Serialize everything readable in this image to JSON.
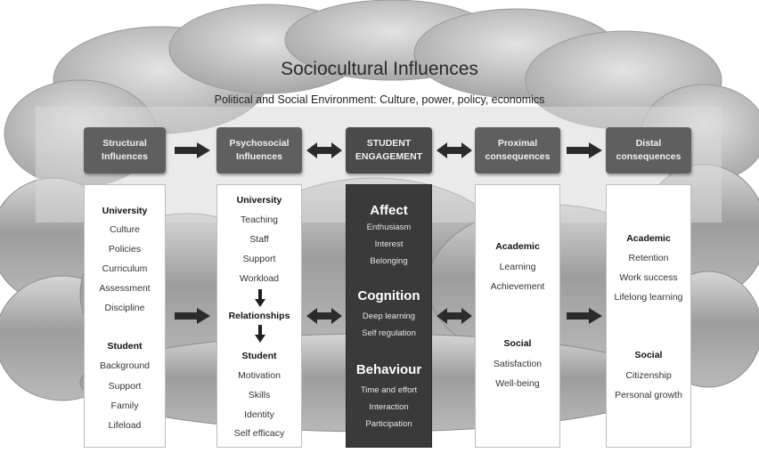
{
  "title": "Sociocultural Influences",
  "subtitle": "Political and Social Environment: Culture, power, policy, economics",
  "headers": [
    {
      "label": "Structural\nInfluences"
    },
    {
      "label": "Psychosocial\nInfluences"
    },
    {
      "label": "STUDENT\nENGAGEMENT"
    },
    {
      "label": "Proximal\nconsequences"
    },
    {
      "label": "Distal\nconsequences"
    }
  ],
  "columns": [
    {
      "items": [
        {
          "text": "University",
          "heading": true
        },
        {
          "text": "Culture"
        },
        {
          "text": "Policies"
        },
        {
          "text": "Curriculum"
        },
        {
          "text": "Assessment"
        },
        {
          "text": "Discipline"
        },
        {
          "text": "Student",
          "heading": true
        },
        {
          "text": "Background"
        },
        {
          "text": "Support"
        },
        {
          "text": "Family"
        },
        {
          "text": "Lifeload"
        }
      ]
    },
    {
      "items": [
        {
          "text": "University",
          "heading": true
        },
        {
          "text": "Teaching"
        },
        {
          "text": "Staff"
        },
        {
          "text": "Support"
        },
        {
          "text": "Workload"
        },
        {
          "text": "Relationships",
          "heading": true
        },
        {
          "text": "Student",
          "heading": true
        },
        {
          "text": "Motivation"
        },
        {
          "text": "Skills"
        },
        {
          "text": "Identity"
        },
        {
          "text": "Self efficacy"
        }
      ]
    },
    {
      "items": [
        {
          "text": "Affect",
          "heading": true
        },
        {
          "text": "Enthusiasm"
        },
        {
          "text": "Interest"
        },
        {
          "text": "Belonging"
        },
        {
          "text": "Cognition",
          "heading": true
        },
        {
          "text": "Deep learning"
        },
        {
          "text": "Self regulation"
        },
        {
          "text": "Behaviour",
          "heading": true
        },
        {
          "text": "Time and effort"
        },
        {
          "text": "Interaction"
        },
        {
          "text": "Participation"
        }
      ]
    },
    {
      "items": [
        {
          "text": "Academic",
          "heading": true
        },
        {
          "text": "Learning"
        },
        {
          "text": "Achievement"
        },
        {
          "text": "Social",
          "heading": true
        },
        {
          "text": "Satisfaction"
        },
        {
          "text": "Well-being"
        }
      ]
    },
    {
      "items": [
        {
          "text": "Academic",
          "heading": true
        },
        {
          "text": "Retention"
        },
        {
          "text": "Work success"
        },
        {
          "text": "Lifelong learning"
        },
        {
          "text": "Social",
          "heading": true
        },
        {
          "text": "Citizenship"
        },
        {
          "text": "Personal growth"
        }
      ]
    }
  ],
  "connectors": [
    {
      "from": 0,
      "to": 1,
      "style": "single"
    },
    {
      "from": 1,
      "to": 2,
      "style": "double"
    },
    {
      "from": 2,
      "to": 3,
      "style": "double"
    },
    {
      "from": 3,
      "to": 4,
      "style": "single"
    }
  ],
  "colors": {
    "header_bg": "#5f5f5f",
    "engagement_bg": "#3a3a3a",
    "cloud_dark": "#8a8a8a",
    "cloud_light": "#c9c9c9",
    "arrow": "#2b2b2b"
  }
}
